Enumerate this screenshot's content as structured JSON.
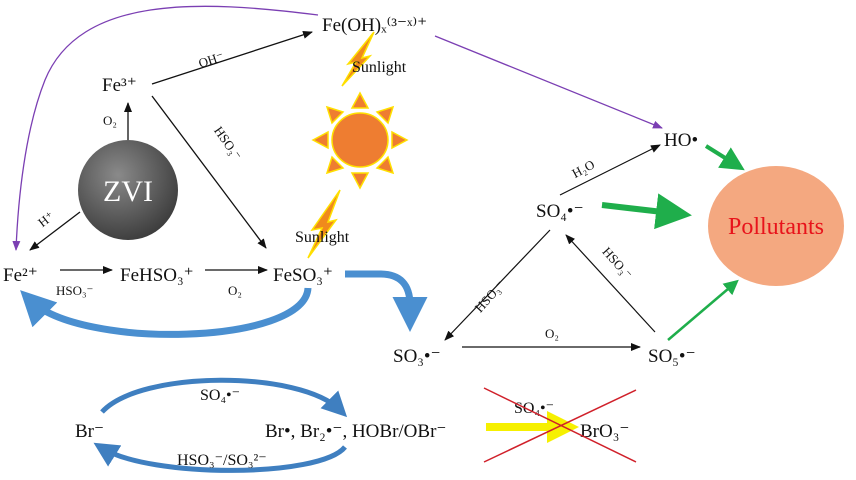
{
  "species": {
    "fe_oh": "Fe(OH)ₓ⁽³⁻ˣ⁾⁺",
    "fe3": "Fe³⁺",
    "fe2": "Fe²⁺",
    "fehso3": "FeHSO₃⁺",
    "feso3": "FeSO₃⁺",
    "zvi": "ZVI",
    "ho": "HO•",
    "so4": "SO₄•⁻",
    "so3": "SO₃•⁻",
    "so5": "SO₅•⁻",
    "pollutants": "Pollutants",
    "br": "Br⁻",
    "br_products": "Br•, Br₂•⁻, HOBr/OBr⁻",
    "bro3": "BrO₃⁻"
  },
  "labels": {
    "oh": "OH⁻",
    "o2_up": "O₂",
    "h_plus": "H⁺",
    "hso3_diag": "HSO₃⁻",
    "hso3_bottom": "HSO₃⁻",
    "o2_bottom": "O₂",
    "sunlight_top": "Sunlight",
    "sunlight_bottom": "Sunlight",
    "h2o": "H₂O",
    "hso3_left": "HSO₃⁻",
    "hso3_right": "HSO₃⁻",
    "o2_so3": "O₂",
    "so4_top_cycle": "SO₄•⁻",
    "hso3_so3_cycle": "HSO₃⁻/SO₃²⁻",
    "so4_crossed": "SO₄•⁻"
  },
  "colors": {
    "sun": "#ee7d31",
    "bolt": "#f7c600",
    "blue_arrow": "#4a8fd0",
    "green_arrow": "#1fae4b",
    "purple": "#7b3fb3",
    "pollutants_fill": "#f4a880",
    "pollutants_text": "#e8131b",
    "cross": "#d0202a",
    "yellow_arrow": "#f6f000"
  }
}
